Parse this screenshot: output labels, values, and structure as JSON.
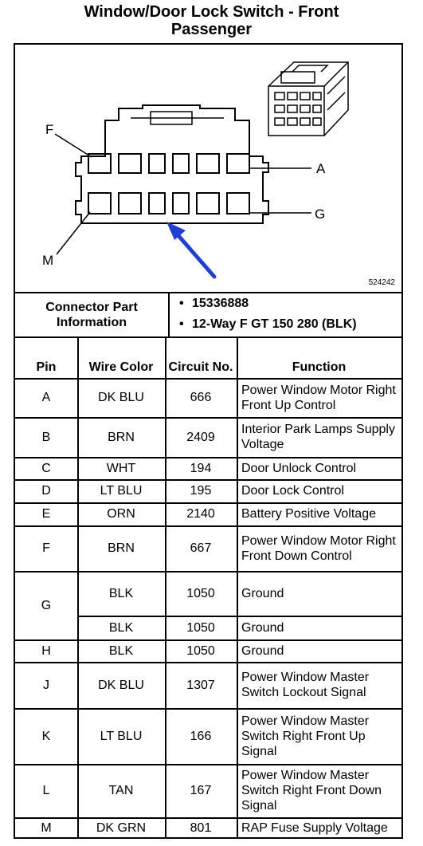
{
  "title_line1": "Window/Door Lock Switch - Front",
  "title_line2": "Passenger",
  "figure": {
    "labels": {
      "f": "F",
      "a": "A",
      "g": "G",
      "m": "M"
    },
    "ref_number": "524242",
    "arrow_color": "#1f3fd6"
  },
  "connector_info": {
    "label": "Connector Part Information",
    "items": [
      "15336888",
      "12-Way F GT 150 280 (BLK)"
    ]
  },
  "headers": {
    "pin": "Pin",
    "wire_color": "Wire Color",
    "circuit_no": "Circuit No.",
    "function": "Function"
  },
  "rows": [
    {
      "pin": "A",
      "color": "DK BLU",
      "circuit": "666",
      "function": "Power Window Motor Right Front Up Control"
    },
    {
      "pin": "B",
      "color": "BRN",
      "circuit": "2409",
      "function": "Interior Park Lamps Supply Voltage"
    },
    {
      "pin": "C",
      "color": "WHT",
      "circuit": "194",
      "function": "Door Unlock Control"
    },
    {
      "pin": "D",
      "color": "LT BLU",
      "circuit": "195",
      "function": "Door Lock Control"
    },
    {
      "pin": "E",
      "color": "ORN",
      "circuit": "2140",
      "function": "Battery Positive Voltage"
    },
    {
      "pin": "F",
      "color": "BRN",
      "circuit": "667",
      "function": "Power Window Motor Right Front Down Control"
    },
    {
      "pin": "G",
      "color": "BLK",
      "circuit": "1050",
      "function": "Ground"
    },
    {
      "pin": "",
      "color": "BLK",
      "circuit": "1050",
      "function": "Ground"
    },
    {
      "pin": "H",
      "color": "BLK",
      "circuit": "1050",
      "function": "Ground"
    },
    {
      "pin": "J",
      "color": "DK BLU",
      "circuit": "1307",
      "function": "Power Window Master Switch Lockout Signal"
    },
    {
      "pin": "K",
      "color": "LT BLU",
      "circuit": "166",
      "function": "Power Window Master Switch Right Front Up Signal"
    },
    {
      "pin": "L",
      "color": "TAN",
      "circuit": "167",
      "function": "Power Window Master Switch Right Front Down Signal"
    },
    {
      "pin": "M",
      "color": "DK GRN",
      "circuit": "801",
      "function": "RAP Fuse Supply Voltage"
    }
  ]
}
